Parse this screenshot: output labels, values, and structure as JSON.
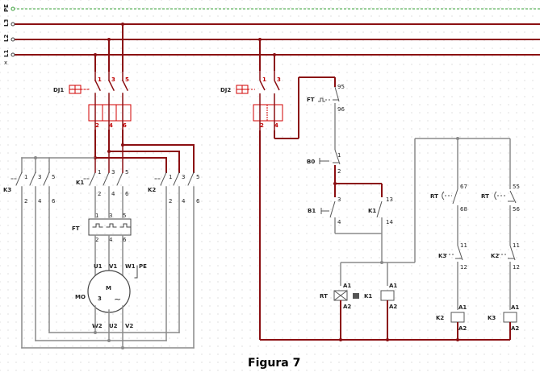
{
  "caption": "Figura 7",
  "colors": {
    "power": "#8b0f12",
    "control": "#8a8a8a",
    "ground": "#3aa03a",
    "breaker": "#d00000",
    "text": "#222222"
  },
  "supply": {
    "pe": "PE",
    "l1": "L1",
    "l2": "L2",
    "l3": "L3"
  },
  "main_circuit": {
    "dj1": {
      "label": "DJ1",
      "top": [
        "1",
        "3",
        "5"
      ],
      "bottom": [
        "2",
        "4",
        "6"
      ]
    },
    "k1": {
      "label": "K1",
      "top": [
        "1",
        "3",
        "5"
      ],
      "bottom": [
        "2",
        "4",
        "6"
      ]
    },
    "k2": {
      "label": "K2",
      "top": [
        "1",
        "3",
        "5"
      ],
      "bottom": [
        "2",
        "4",
        "6"
      ]
    },
    "k3": {
      "label": "K3",
      "top": [
        "1",
        "3",
        "5"
      ],
      "bottom": [
        "2",
        "4",
        "6"
      ]
    },
    "ft": {
      "label": "FT",
      "top": [
        "1",
        "3",
        "5"
      ],
      "bottom": [
        "2",
        "4",
        "6"
      ]
    },
    "motor": {
      "label": "MO",
      "name": "M",
      "phases": "3",
      "symbol": "~",
      "terminals_top": [
        "U1",
        "V1",
        "W1",
        "PE"
      ],
      "terminals_bottom": [
        "W2",
        "U2",
        "V2"
      ]
    }
  },
  "control_circuit": {
    "dj2": {
      "label": "DJ2",
      "top": [
        "1",
        "3"
      ],
      "bottom": [
        "2",
        "4"
      ]
    },
    "ft": {
      "label": "FT",
      "top": "95",
      "bottom": "96"
    },
    "b0": {
      "label": "B0",
      "top": "1",
      "bottom": "2"
    },
    "b1": {
      "label": "B1",
      "top": "3",
      "bottom": "4"
    },
    "k1_aux": {
      "label": "K1",
      "top": "13",
      "bottom": "14"
    },
    "rt_coil": {
      "label": "RT",
      "top": "A1",
      "bottom": "A2"
    },
    "k1_coil": {
      "label": "K1",
      "top": "A1",
      "bottom": "A2"
    },
    "rt_nc": {
      "label": "RT",
      "top": "67",
      "bottom": "68"
    },
    "rt_no": {
      "label": "RT",
      "top": "55",
      "bottom": "56"
    },
    "k3_nc": {
      "label": "K3",
      "top": "11",
      "bottom": "12"
    },
    "k2_nc": {
      "label": "K2",
      "top": "11",
      "bottom": "12"
    },
    "k2_coil": {
      "label": "K2",
      "top": "A1",
      "bottom": "A2"
    },
    "k3_coil": {
      "label": "K3",
      "top": "A1",
      "bottom": "A2"
    }
  }
}
